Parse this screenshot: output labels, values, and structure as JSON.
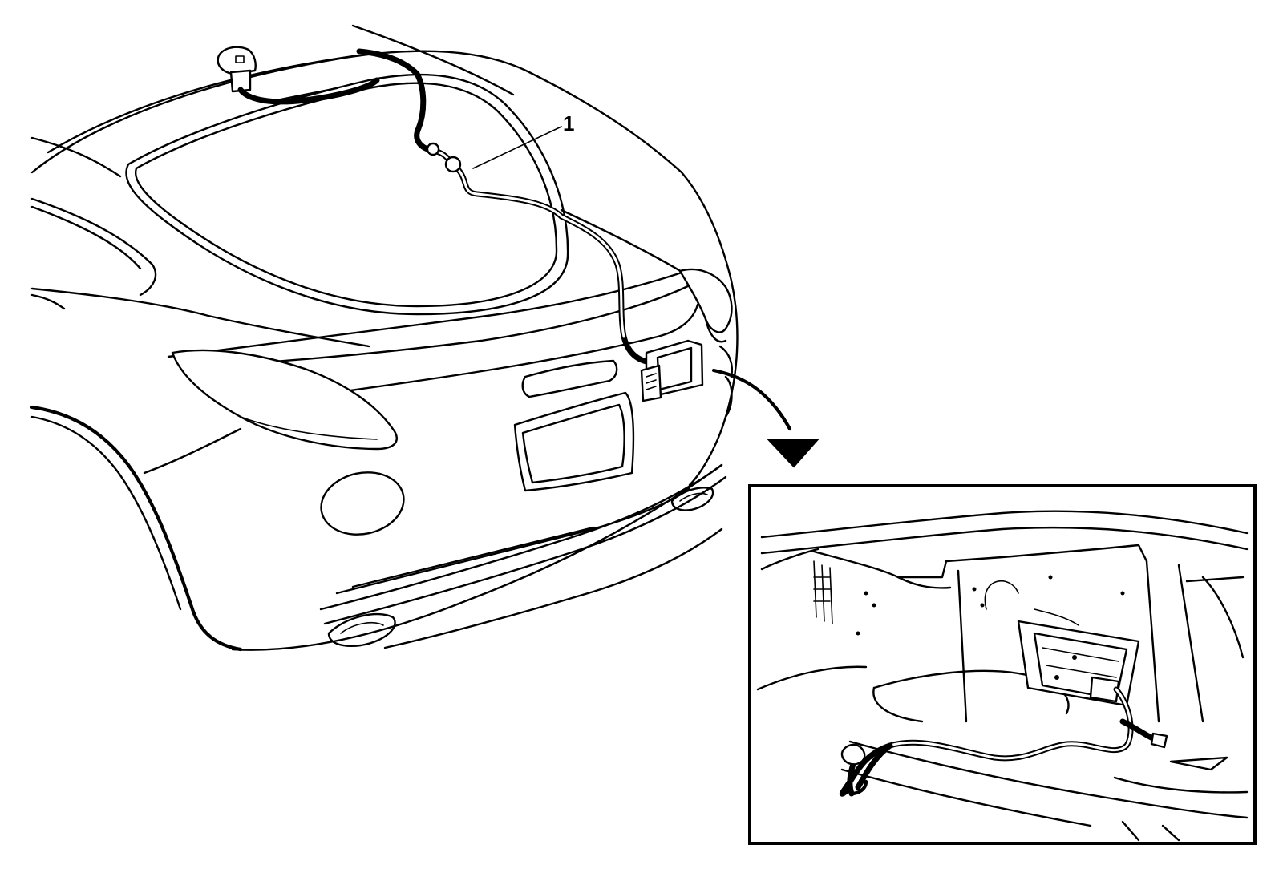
{
  "callouts": [
    {
      "id": "1",
      "label": "1"
    }
  ],
  "detail_view": {
    "border_color": "#000000"
  },
  "arrow_icon": "curved-arrow-down-right"
}
